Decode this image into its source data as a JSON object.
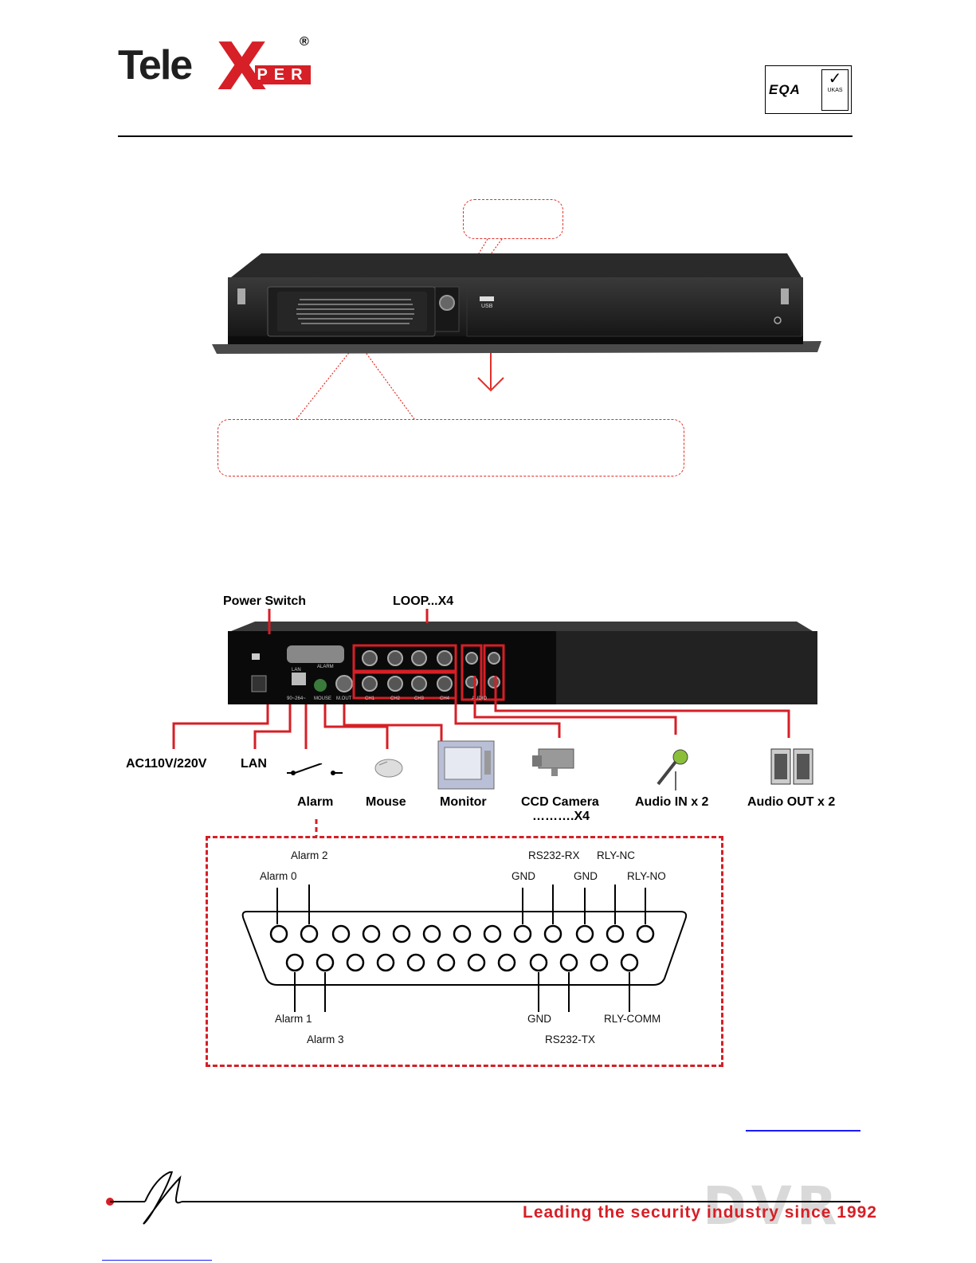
{
  "header": {
    "logo_text_1": "Tele",
    "logo_text_x": "X",
    "logo_text_2": "PER",
    "logo_registered": "®",
    "cert_text": "EQA",
    "cert_sub": "UKAS"
  },
  "front_panel": {
    "usb_label": "USB"
  },
  "rear_panel": {
    "labels": {
      "power_switch": "Power Switch",
      "loop": "LOOP...X4",
      "ac": "AC110V/220V",
      "lan": "LAN",
      "alarm": "Alarm",
      "mouse": "Mouse",
      "monitor": "Monitor",
      "ccd_camera": "CCD Camera",
      "ccd_count": "……….X4",
      "audio_in": "Audio IN x 2",
      "audio_out": "Audio OUT x 2"
    },
    "port_labels": [
      "LAN",
      "ALARM",
      "90~264~",
      "MOUSE",
      "M.OUT",
      "CH1",
      "CH2",
      "CH3",
      "CH4",
      "AUDIO"
    ]
  },
  "alarm_connector": {
    "top_labels": [
      "Alarm 0",
      "Alarm 2",
      "GND",
      "RS232-RX",
      "GND",
      "RLY-NC",
      "RLY-NO"
    ],
    "bottom_labels": [
      "Alarm 1",
      "Alarm 3",
      "GND",
      "RS232-TX",
      "RLY-COMM"
    ]
  },
  "footer": {
    "tagline": "Leading the security industry since 1992",
    "watermark": "DVR"
  },
  "colors": {
    "brand_red": "#d61f26",
    "link_blue": "#1a1aff"
  }
}
